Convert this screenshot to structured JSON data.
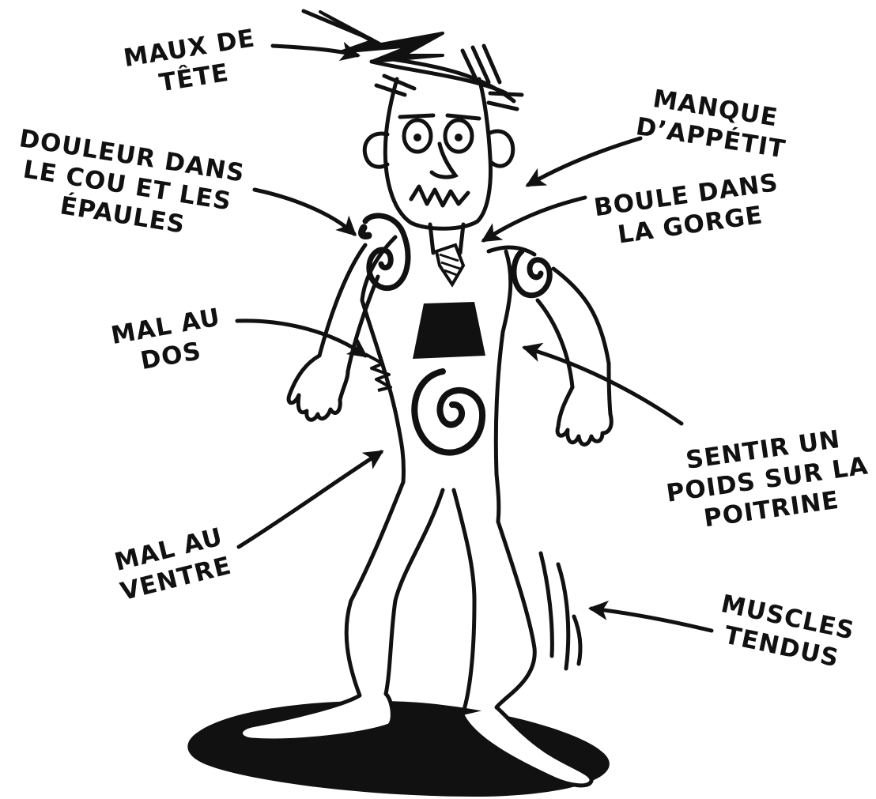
{
  "labels": {
    "maux_de_tete": [
      "MAUX DE",
      "TÊTE"
    ],
    "manque_appetit": [
      "MANQUE",
      "D’APPÉTIT"
    ],
    "douleur_cou": [
      "DOULEUR DANS",
      "LE COU ET LES",
      "ÉPAULES"
    ],
    "boule_gorge": [
      "BOULE DANS",
      "LA GORGE"
    ],
    "mal_au_dos": [
      "MAL AU",
      "DOS"
    ],
    "sentir_poids": [
      "SENTIR UN",
      "POIDS SUR LA",
      "POITRINE"
    ],
    "mal_au_ventre": [
      "MAL AU",
      "VENTRE"
    ],
    "muscles_tendus": [
      "MUSCLES",
      "TENDUS"
    ]
  },
  "colors": {
    "ink": "#111111",
    "paper": "#ffffff"
  }
}
